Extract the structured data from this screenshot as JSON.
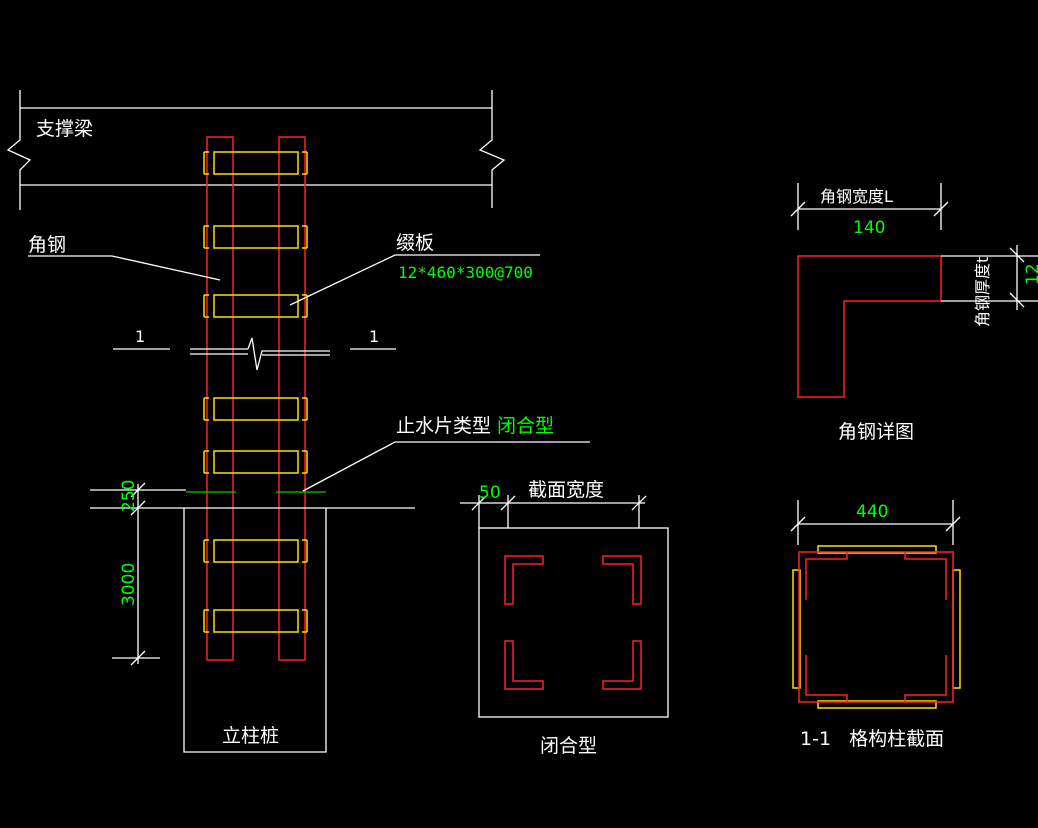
{
  "labels": {
    "support_beam": "支撑梁",
    "angle_steel": "角钢",
    "batten_plate": "缀板",
    "batten_spec": "12*460*300@700",
    "section_mark_left": "1",
    "section_mark_right": "1",
    "waterstop_type_label": "止水片类型",
    "waterstop_type_value": "闭合型",
    "dim_250": "250",
    "dim_3000": "3000",
    "column_pile": "立柱桩",
    "dim_50": "50",
    "section_width": "截面宽度",
    "closed_type_caption": "闭合型",
    "angle_width_label": "角钢宽度L",
    "angle_width_value": "140",
    "angle_thickness_label": "角钢厚度t",
    "angle_thickness_value": "12",
    "angle_detail_caption": "角钢详图",
    "dim_440": "440",
    "section_1_1_caption": "1-1   格构柱截面"
  },
  "colors": {
    "background": "#000000",
    "line_white": "#ffffff",
    "angle_red": "#ff2020",
    "plate_yellow": "#ffe000",
    "dim_green": "#00ff00"
  }
}
